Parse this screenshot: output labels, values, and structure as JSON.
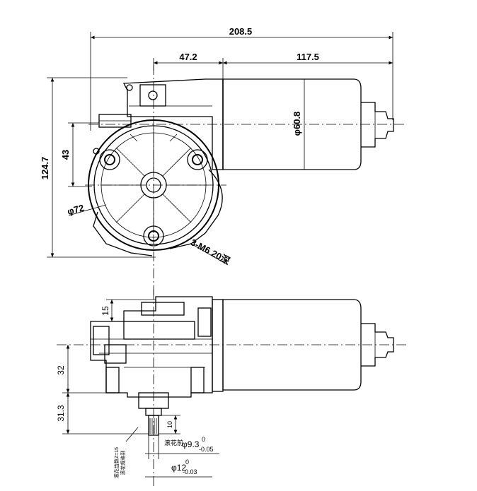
{
  "drawing": {
    "dimensions": {
      "overall_length": "208.5",
      "shaft_to_flange": "47.2",
      "motor_length": "117.5",
      "overall_height": "124.7",
      "mount_offset": "43",
      "motor_diameter": "φ60.8",
      "gear_diameter": "φ72",
      "screw_spec": "3-M6 20深",
      "side_15": "15",
      "side_32": "32",
      "side_31_3": "31.3",
      "side_10": "10",
      "spline_note": "滚花前",
      "spline_dia": "φ9.3",
      "spline_tol_upper": "0",
      "spline_tol_lower": "-0.05",
      "shaft_dia": "φ12",
      "shaft_tol_upper": "0",
      "shaft_tol_lower": "-0.03",
      "vertical_note_1": "滚花规格到",
      "vertical_note_2": "滚花齿数Z=15"
    }
  }
}
